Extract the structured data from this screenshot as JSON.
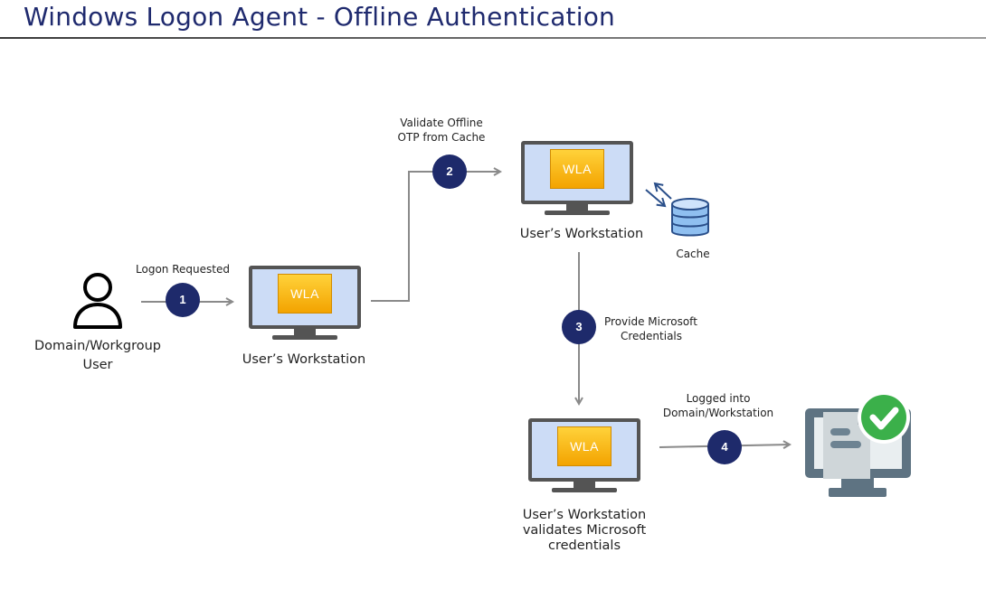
{
  "title": "Windows Logon Agent - Offline Authentication",
  "user": {
    "label_line1": "Domain/Workgroup",
    "label_line2": "User"
  },
  "workstations": [
    {
      "tag": "WLA",
      "label_lines": [
        "User’s Workstation"
      ]
    },
    {
      "tag": "WLA",
      "label_lines": [
        "User’s Workstation"
      ]
    },
    {
      "tag": "WLA",
      "label_lines": [
        "User’s Workstation",
        "validates Microsoft",
        "credentials"
      ]
    }
  ],
  "cache": {
    "label": "Cache"
  },
  "steps": [
    {
      "number": "1",
      "label_lines": [
        "Logon Requested"
      ]
    },
    {
      "number": "2",
      "label_lines": [
        "Validate Offline",
        "OTP from Cache"
      ]
    },
    {
      "number": "3",
      "label_lines": [
        "Provide Microsoft",
        "Credentials"
      ]
    },
    {
      "number": "4",
      "label_lines": [
        "Logged into",
        "Domain/Workstation"
      ]
    }
  ],
  "colors": {
    "title": "#1f2a6e",
    "badge": "#1e2a6b",
    "connector": "#8a8a8a",
    "wla_tag": "#f7b500",
    "screen": "#ccdcf6",
    "cache": "#8fbff0",
    "success": "#3bb04a"
  },
  "icons": {
    "user": "person-outline-icon",
    "cache": "database-icon",
    "success": "computer-check-icon"
  }
}
